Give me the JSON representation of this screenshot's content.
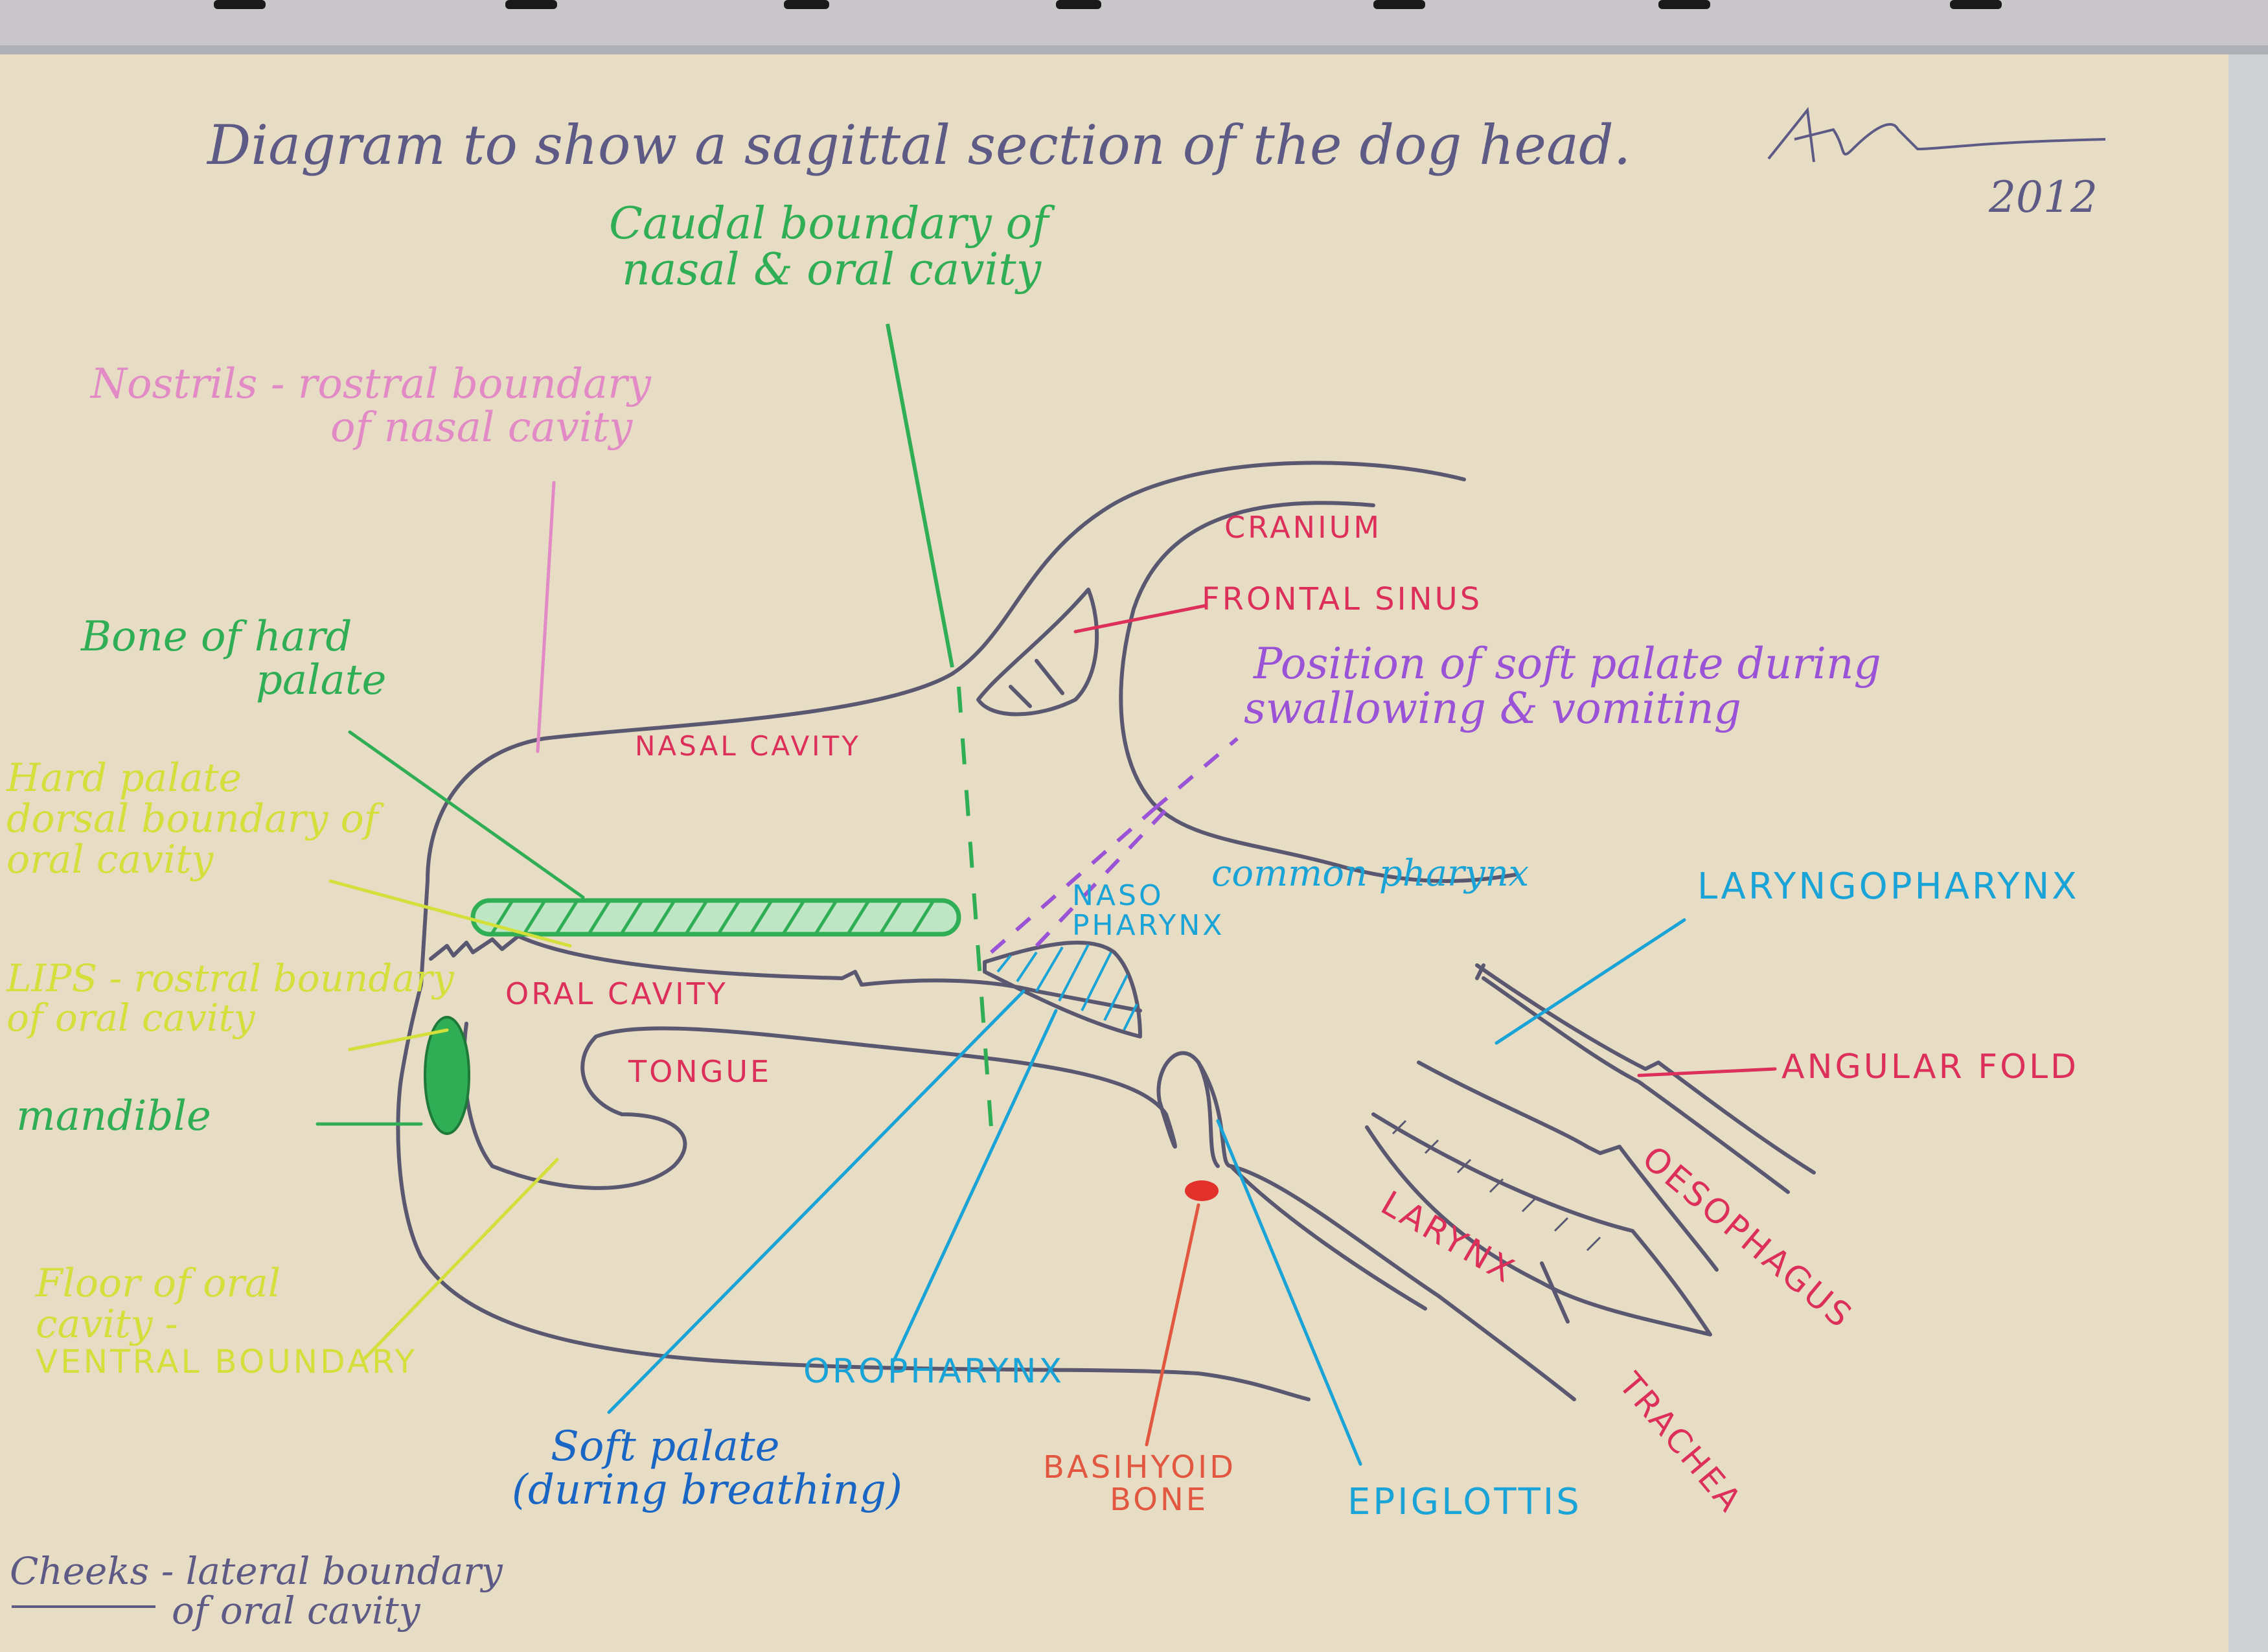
{
  "title": "Diagram to show a sagittal section of the dog head.",
  "signature": "signature",
  "year": "2012",
  "labels": {
    "caudal_boundary": [
      "Caudal boundary of",
      "nasal & oral cavity"
    ],
    "nostrils": [
      "Nostrils - rostral boundary",
      "of nasal cavity"
    ],
    "bone_hard_palate": [
      "Bone of hard",
      "palate"
    ],
    "hard_palate": [
      "Hard palate",
      "dorsal boundary of",
      "oral cavity"
    ],
    "lips": [
      "LIPS - rostral boundary",
      "of oral cavity"
    ],
    "mandible": "mandible",
    "floor_oral_cavity": [
      "Floor of oral",
      "cavity -",
      "VENTRAL BOUNDARY"
    ],
    "cheeks": [
      "Cheeks",
      "- lateral boundary",
      "of oral cavity"
    ],
    "cranium": "CRANIUM",
    "frontal_sinus": "FRONTAL SINUS",
    "soft_palate_position": [
      "Position of soft palate during",
      "swallowing & vomiting"
    ],
    "nasal_cavity": "NASAL CAVITY",
    "nasopharynx": [
      "NASO",
      "PHARYNX"
    ],
    "common_pharynx": "common pharynx",
    "laryngopharynx": "LARYNGOPHARYNX",
    "oral_cavity": "ORAL CAVITY",
    "tongue": "TONGUE",
    "angular_fold": "ANGULAR FOLD",
    "oesophagus": "OESOPHAGUS",
    "larynx": "LARYNX",
    "trachea": "TRACHEA",
    "oropharynx": "OROPHARYNX",
    "soft_palate_breathing": [
      "Soft palate",
      "(during breathing)"
    ],
    "basihyoid_bone": [
      "BASIHYOID",
      "BONE"
    ],
    "epiglottis": "EPIGLOTTIS"
  },
  "colors": {
    "paper": "#e7dcc4",
    "outline": "#5a5870",
    "green": "#2fae55",
    "pink": "#e28ac6",
    "yellow": "#d3df3a",
    "red": "#dc2f5a",
    "purple": "#9a52d6",
    "blue": "#1aa3d6",
    "orange": "#e2573f",
    "pen": "#5d5a86"
  }
}
